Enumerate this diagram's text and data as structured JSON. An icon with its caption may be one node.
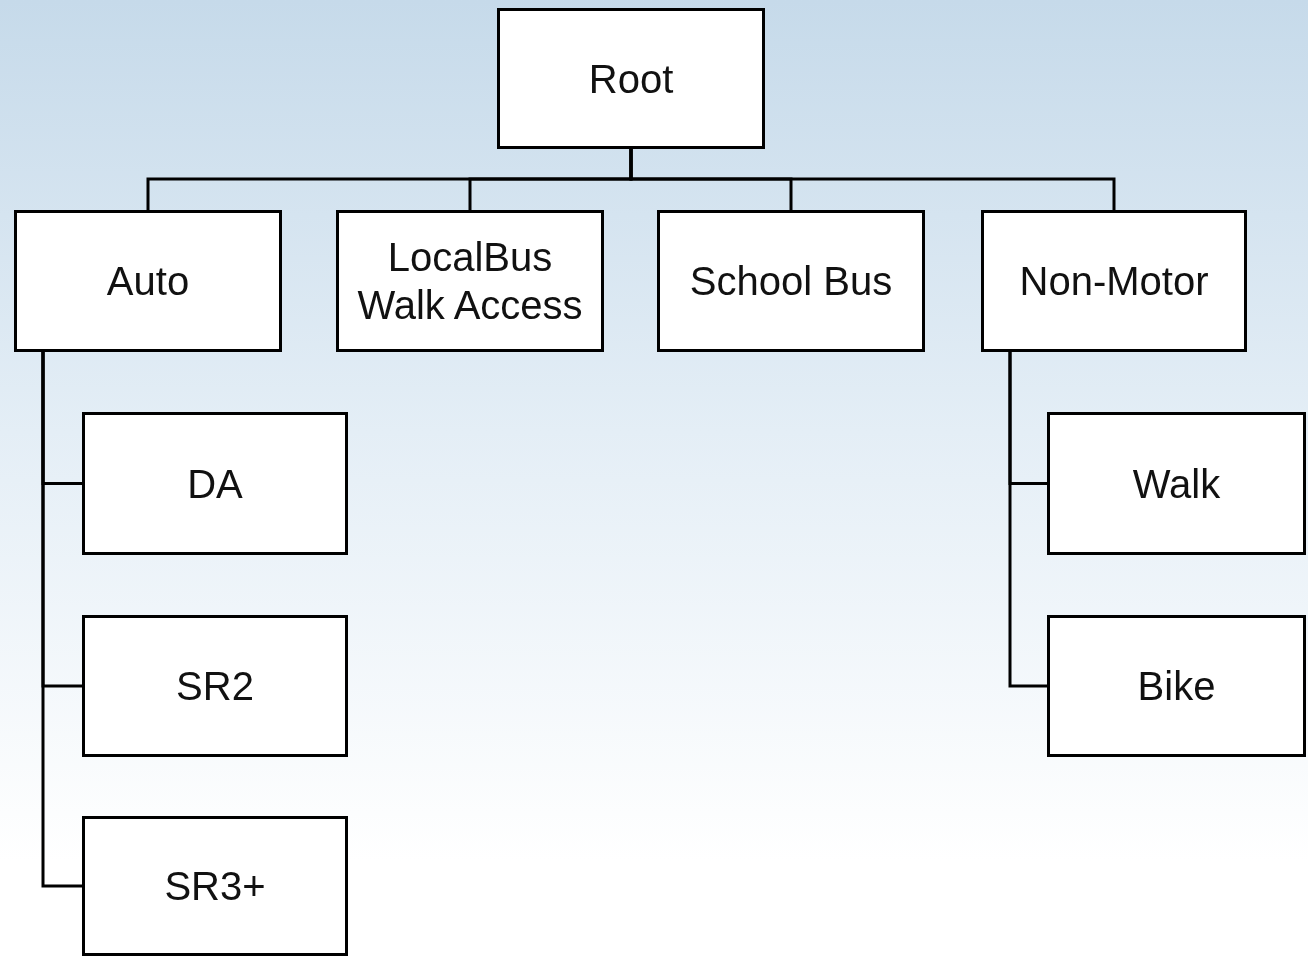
{
  "diagram": {
    "nodes": [
      {
        "text": [
          "Root"
        ]
      },
      {
        "text": [
          "Auto"
        ]
      },
      {
        "text": [
          "LocalBus Walk Access"
        ]
      },
      {
        "text": [
          "School Bus"
        ]
      },
      {
        "text": [
          "Non-Motor"
        ]
      },
      {
        "text": [
          "DA"
        ]
      },
      {
        "text": [
          "SR2"
        ]
      },
      {
        "text": [
          "SR3+"
        ]
      },
      {
        "text": [
          "Walk"
        ]
      },
      {
        "text": [
          "Bike"
        ]
      }
    ],
    "edges": [
      {
        "from": 0,
        "to": 1,
        "arrow": "none"
      },
      {
        "from": 0,
        "to": 2,
        "arrow": "none"
      },
      {
        "from": 0,
        "to": 3,
        "arrow": "none"
      },
      {
        "from": 0,
        "to": 4,
        "arrow": "none"
      },
      {
        "from": 1,
        "to": 5,
        "arrow": "none"
      },
      {
        "from": 1,
        "to": 6,
        "arrow": "none"
      },
      {
        "from": 1,
        "to": 7,
        "arrow": "none"
      },
      {
        "from": 4,
        "to": 8,
        "arrow": "none"
      },
      {
        "from": 4,
        "to": 9,
        "arrow": "none"
      }
    ]
  }
}
